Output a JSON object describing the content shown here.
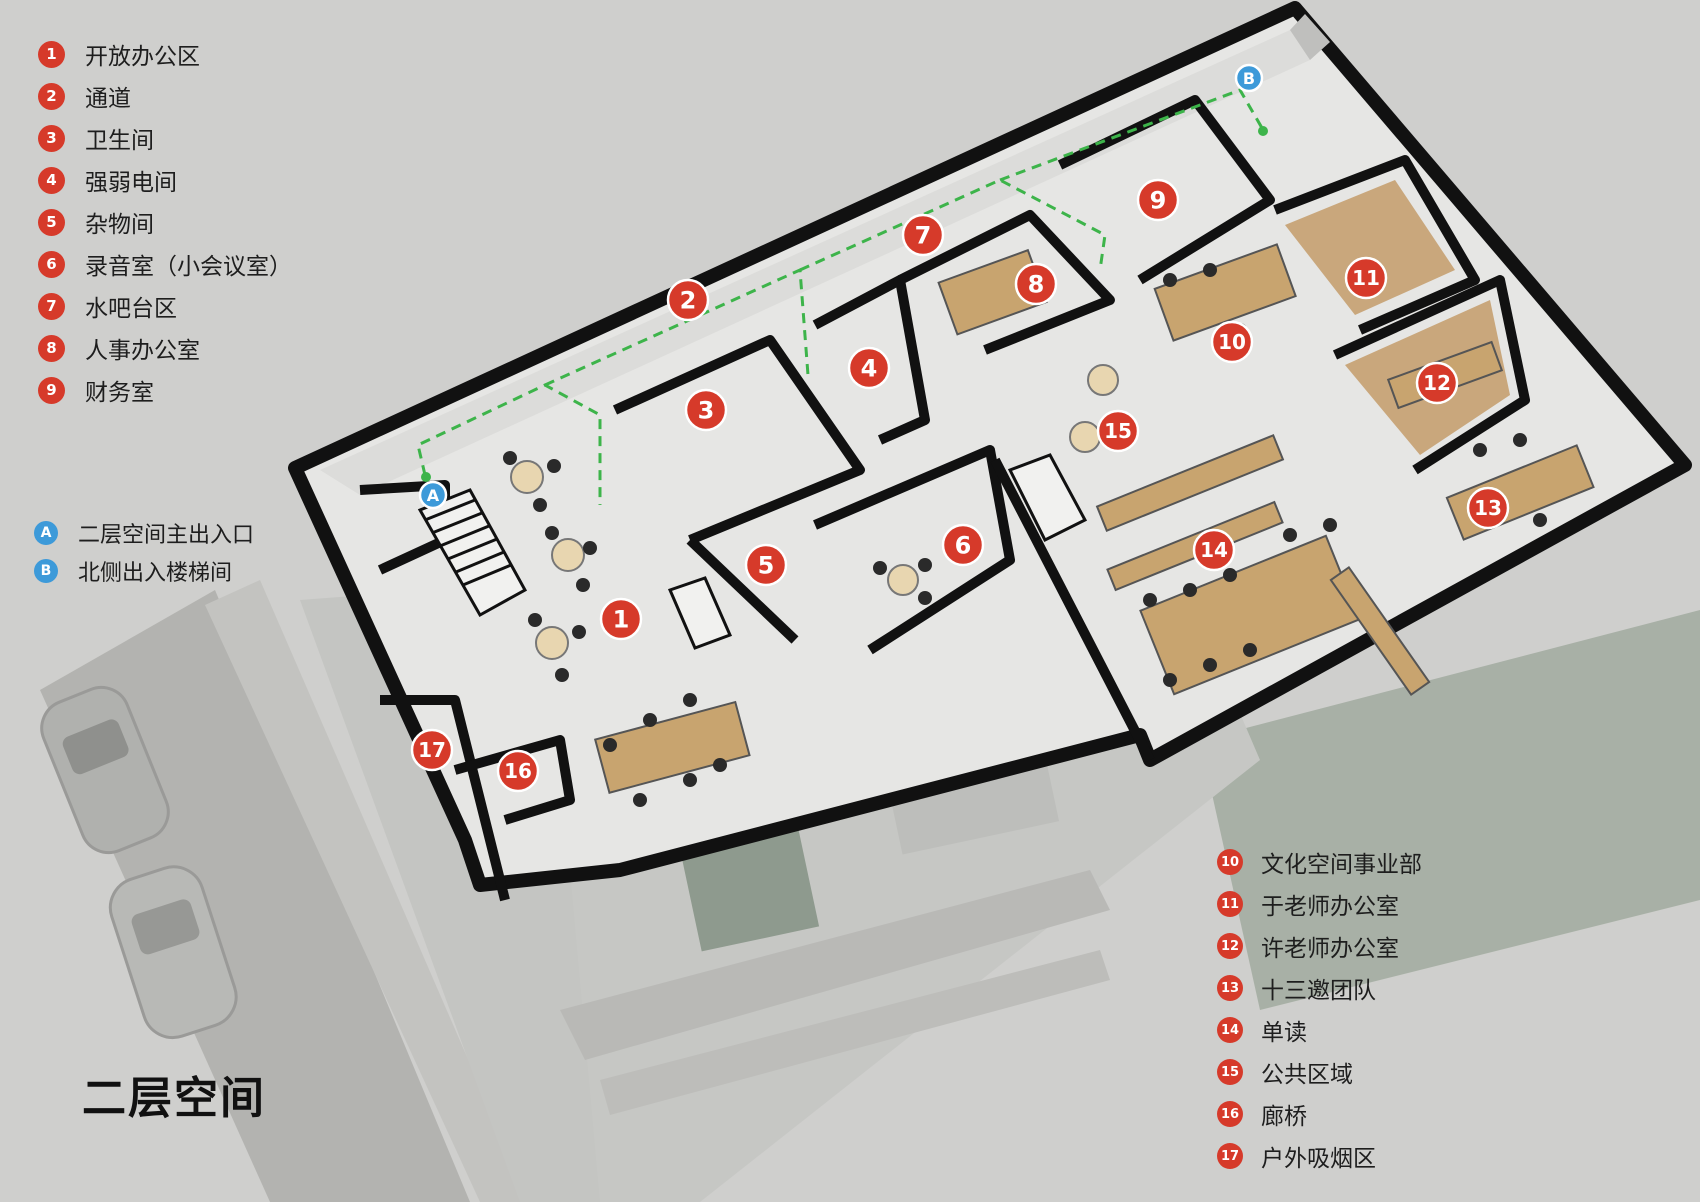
{
  "title": "二层空间",
  "colors": {
    "marker": "#d63a2a",
    "exit_marker": "#3d9ad9",
    "route": "#3db44a"
  },
  "legend_left": [
    {
      "num": "1",
      "label": "开放办公区"
    },
    {
      "num": "2",
      "label": "通道"
    },
    {
      "num": "3",
      "label": "卫生间"
    },
    {
      "num": "4",
      "label": "强弱电间"
    },
    {
      "num": "5",
      "label": "杂物间"
    },
    {
      "num": "6",
      "label": "录音室（小会议室）"
    },
    {
      "num": "7",
      "label": "水吧台区"
    },
    {
      "num": "8",
      "label": "人事办公室"
    },
    {
      "num": "9",
      "label": "财务室"
    }
  ],
  "legend_exits": [
    {
      "code": "A",
      "label": "二层空间主出入口"
    },
    {
      "code": "B",
      "label": "北侧出入楼梯间"
    }
  ],
  "legend_right": [
    {
      "num": "10",
      "label": "文化空间事业部"
    },
    {
      "num": "11",
      "label": "于老师办公室"
    },
    {
      "num": "12",
      "label": "许老师办公室"
    },
    {
      "num": "13",
      "label": "十三邀团队"
    },
    {
      "num": "14",
      "label": "单读"
    },
    {
      "num": "15",
      "label": "公共区域"
    },
    {
      "num": "16",
      "label": "廊桥"
    },
    {
      "num": "17",
      "label": "户外吸烟区"
    }
  ],
  "plan_markers": [
    "1",
    "2",
    "3",
    "4",
    "5",
    "6",
    "7",
    "8",
    "9",
    "10",
    "11",
    "12",
    "13",
    "14",
    "15",
    "16",
    "17"
  ],
  "exit_markers": [
    "A",
    "B"
  ]
}
